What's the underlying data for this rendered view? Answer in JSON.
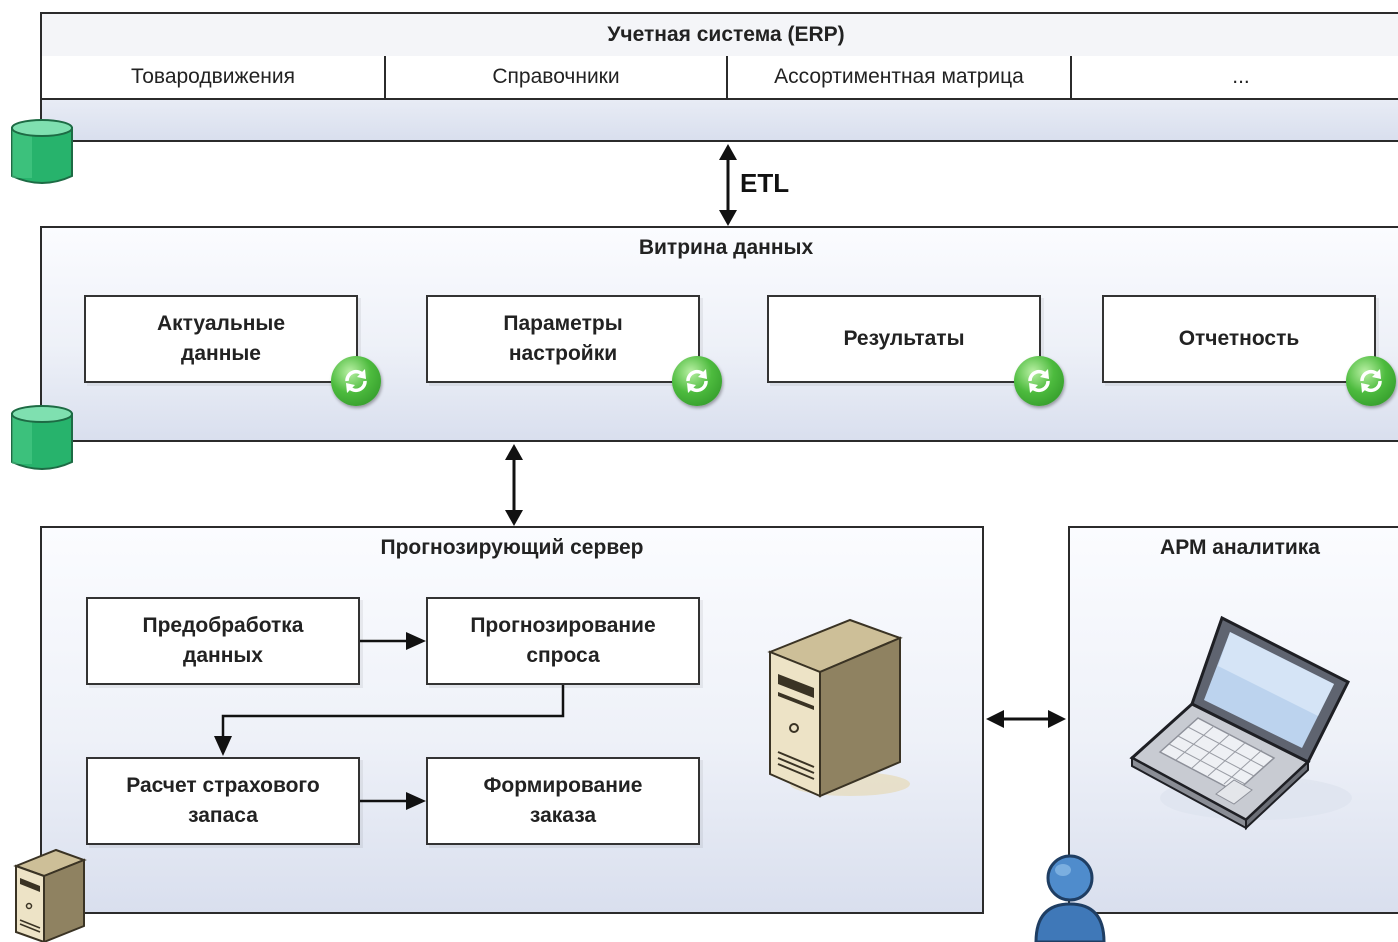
{
  "erp": {
    "title": "Учетная система (ERP)",
    "cells": [
      "Товародвижения",
      "Справочники",
      "Ассортиментная матрица",
      "..."
    ]
  },
  "etl_label": "ETL",
  "datamart": {
    "title": "Витрина данных",
    "boxes": [
      {
        "line1": "Актуальные",
        "line2": "данные"
      },
      {
        "line1": "Параметры",
        "line2": "настройки"
      },
      {
        "line1": "Результаты",
        "line2": ""
      },
      {
        "line1": "Отчетность",
        "line2": ""
      }
    ]
  },
  "server": {
    "title": "Прогнозирующий сервер",
    "steps": [
      {
        "line1": "Предобработка",
        "line2": "данных"
      },
      {
        "line1": "Прогнозирование",
        "line2": "спроса"
      },
      {
        "line1": "Расчет страхового",
        "line2": "запаса"
      },
      {
        "line1": "Формирование",
        "line2": "заказа"
      }
    ]
  },
  "workstation": {
    "title": "АРМ аналитика"
  },
  "colors": {
    "db_green": "#2fbf7a",
    "sync_green": "#3fae33",
    "panel_fill": "#e6eaf3",
    "user_blue": "#3f78b8",
    "server_beige": "#d9cba3"
  },
  "icons": [
    "database-icon",
    "sync-icon",
    "server-icon",
    "laptop-icon",
    "user-icon"
  ]
}
